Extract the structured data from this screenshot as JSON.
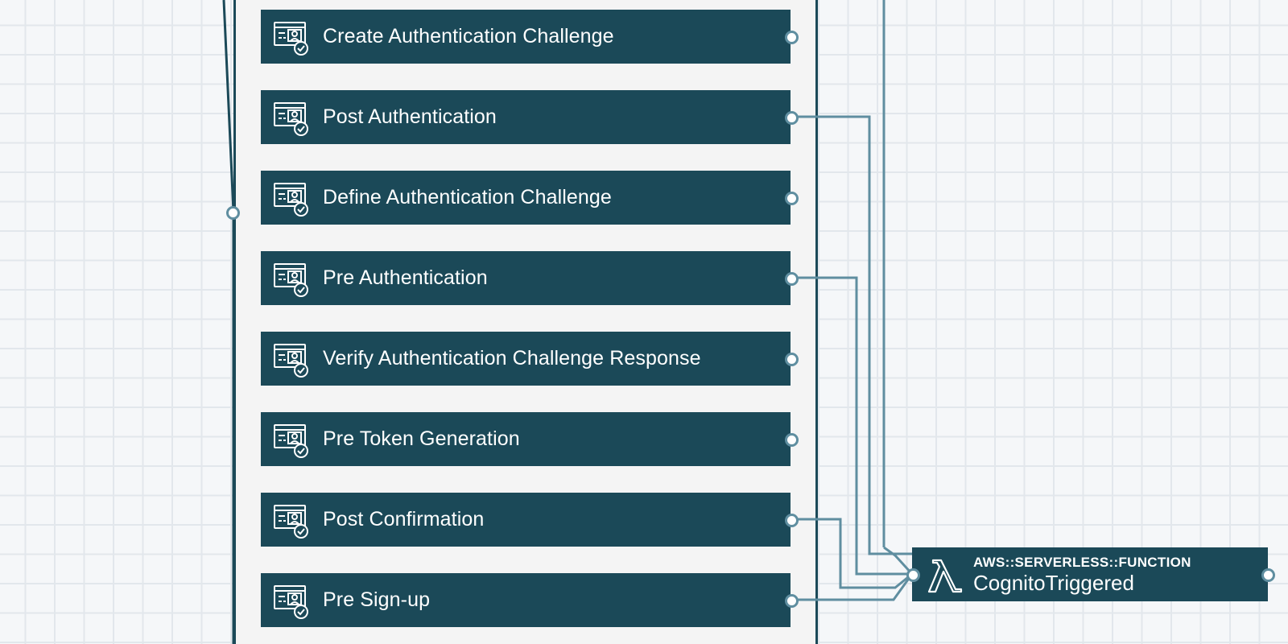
{
  "colors": {
    "node_bg": "#1b4958",
    "connector": "#5f8ea0",
    "panel_bg": "#f4f4f4",
    "canvas_bg": "#f5f7f9",
    "grid_line": "#e2e7ec"
  },
  "triggers": [
    {
      "label": "Create Authentication Challenge",
      "icon": "cognito-trigger-icon"
    },
    {
      "label": "Post Authentication",
      "icon": "cognito-trigger-icon"
    },
    {
      "label": "Define Authentication Challenge",
      "icon": "cognito-trigger-icon"
    },
    {
      "label": "Pre Authentication",
      "icon": "cognito-trigger-icon"
    },
    {
      "label": "Verify Authentication Challenge Response",
      "icon": "cognito-trigger-icon"
    },
    {
      "label": "Pre Token Generation",
      "icon": "cognito-trigger-icon"
    },
    {
      "label": "Post Confirmation",
      "icon": "cognito-trigger-icon"
    },
    {
      "label": "Pre Sign-up",
      "icon": "cognito-trigger-icon"
    }
  ],
  "function_node": {
    "type_label": "AWS::SERVERLESS::FUNCTION",
    "name": "CognitoTriggered",
    "icon": "lambda-icon"
  }
}
